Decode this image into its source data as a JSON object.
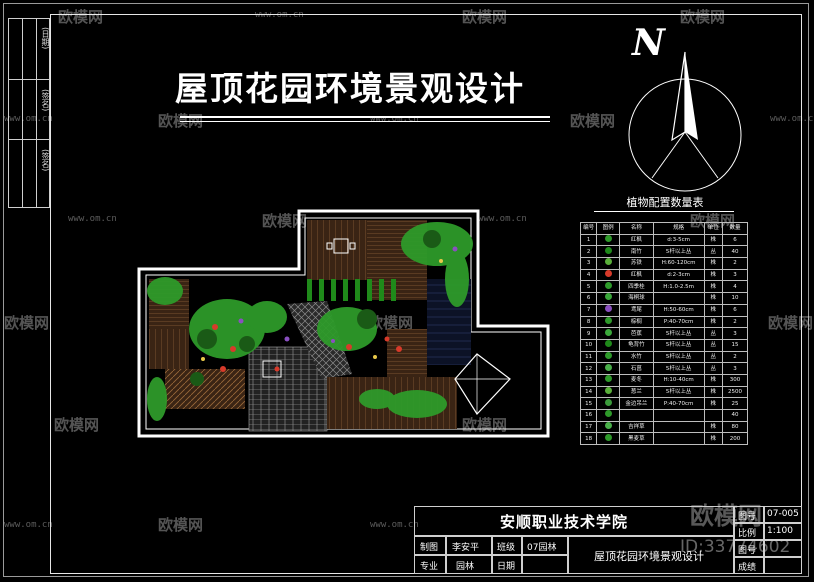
{
  "drawing": {
    "title": "屋顶花园环境景观设计",
    "north_label": "N",
    "sidebar_labels": [
      "(日期)",
      "(签名)",
      "(签名)"
    ]
  },
  "plant_table": {
    "title": "植物配置数量表",
    "headers": [
      "编号",
      "图例",
      "名称",
      "规格",
      "单位",
      "数量"
    ],
    "rows": [
      [
        "1",
        "",
        "红枫",
        "d:3-5cm",
        "株",
        "6"
      ],
      [
        "2",
        "",
        "南竹",
        "5杆以上丛",
        "丛",
        "40"
      ],
      [
        "3",
        "",
        "苏铁",
        "H:60-120cm",
        "株",
        "2"
      ],
      [
        "4",
        "",
        "红枫",
        "d:2-3cm",
        "株",
        "3"
      ],
      [
        "5",
        "",
        "四季桂",
        "H:1.0-2.5m",
        "株",
        "4"
      ],
      [
        "6",
        "",
        "海桐球",
        "",
        "株",
        "10"
      ],
      [
        "7",
        "",
        "鸢尾",
        "H:50-60cm",
        "株",
        "6"
      ],
      [
        "8",
        "",
        "棕榈",
        "P:40-70cm",
        "株",
        "2"
      ],
      [
        "9",
        "",
        "芭蕉",
        "5杆以上丛",
        "丛",
        "3"
      ],
      [
        "10",
        "",
        "龟背竹",
        "5杆以上丛",
        "丛",
        "15"
      ],
      [
        "11",
        "",
        "水竹",
        "5杆以上丛",
        "丛",
        "2"
      ],
      [
        "12",
        "",
        "石菖",
        "5杆以上丛",
        "丛",
        "3"
      ],
      [
        "13",
        "",
        "麦冬",
        "H:10-40cm",
        "株",
        "300"
      ],
      [
        "14",
        "",
        "葱兰",
        "5杆以上丛",
        "株",
        "2500"
      ],
      [
        "15",
        "",
        "金边吊兰",
        "P:40-70cm",
        "株",
        "25"
      ],
      [
        "16",
        "",
        "",
        "",
        "",
        "40"
      ],
      [
        "17",
        "",
        "吉祥草",
        "",
        "株",
        "80"
      ],
      [
        "18",
        "",
        "黑麦草",
        "",
        "株",
        "200"
      ]
    ]
  },
  "title_block": {
    "school": "安顺职业技术学院",
    "drawing_name": "屋顶花园环境景观设计",
    "role_label": "制图",
    "role_value": "李安平",
    "class_label": "班级",
    "class_value": "07园林",
    "major_label": "专业",
    "major_value": "园林",
    "date_label": "日期",
    "date_value": "",
    "drawing_no_label": "图号",
    "drawing_no_value": "07-005",
    "scale_label": "比例",
    "scale_value": "1:100",
    "sheet_label": "图号",
    "grade_label": "成绩"
  },
  "watermark": {
    "brand": "欧模网",
    "url": "www.om.cn",
    "id_text": "ID:33774602"
  },
  "colors": {
    "background": "#000000",
    "plant_green": "#2e9a2a",
    "plant_dark": "#1f6e1d",
    "flower_red": "#d83a2a",
    "flower_purple": "#8a4fc0",
    "deck_brown": "#6b4226",
    "paving_gray": "#6e6e6e",
    "pool_blue": "#101830"
  }
}
